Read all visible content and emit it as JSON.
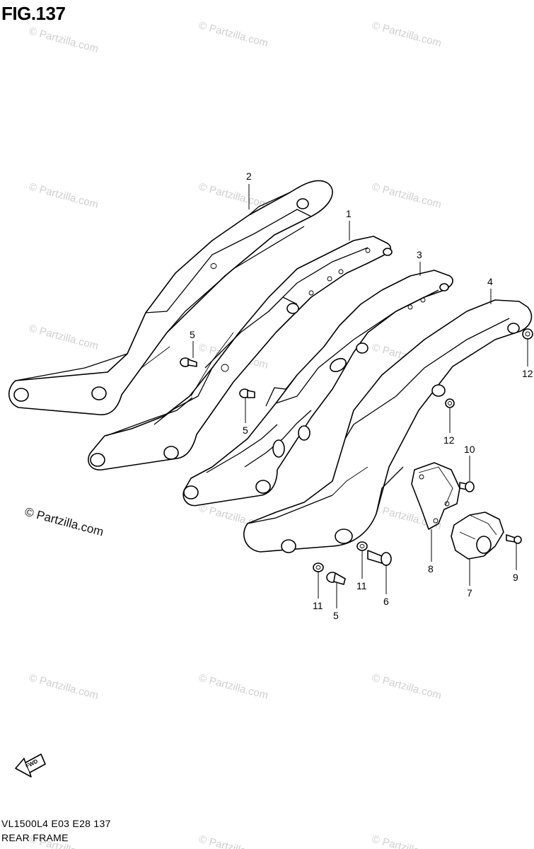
{
  "figure": {
    "title": "FIG.137"
  },
  "callouts": [
    {
      "id": "2",
      "label": "2"
    },
    {
      "id": "1",
      "label": "1"
    },
    {
      "id": "3",
      "label": "3"
    },
    {
      "id": "4",
      "label": "4"
    },
    {
      "id": "5a",
      "label": "5"
    },
    {
      "id": "5b",
      "label": "5"
    },
    {
      "id": "12a",
      "label": "12"
    },
    {
      "id": "12b",
      "label": "12"
    },
    {
      "id": "10",
      "label": "10"
    },
    {
      "id": "8",
      "label": "8"
    },
    {
      "id": "9",
      "label": "9"
    },
    {
      "id": "7",
      "label": "7"
    },
    {
      "id": "11a",
      "label": "11"
    },
    {
      "id": "6",
      "label": "6"
    },
    {
      "id": "11b",
      "label": "11"
    },
    {
      "id": "5c",
      "label": "5"
    }
  ],
  "watermark": {
    "small": "© Partzilla.com",
    "large": "© Partzilla.com"
  },
  "fwd_label": "FWD",
  "footer": {
    "model_code": "VL1500L4  E03  E28  137",
    "section_name": "REAR FRAME"
  }
}
